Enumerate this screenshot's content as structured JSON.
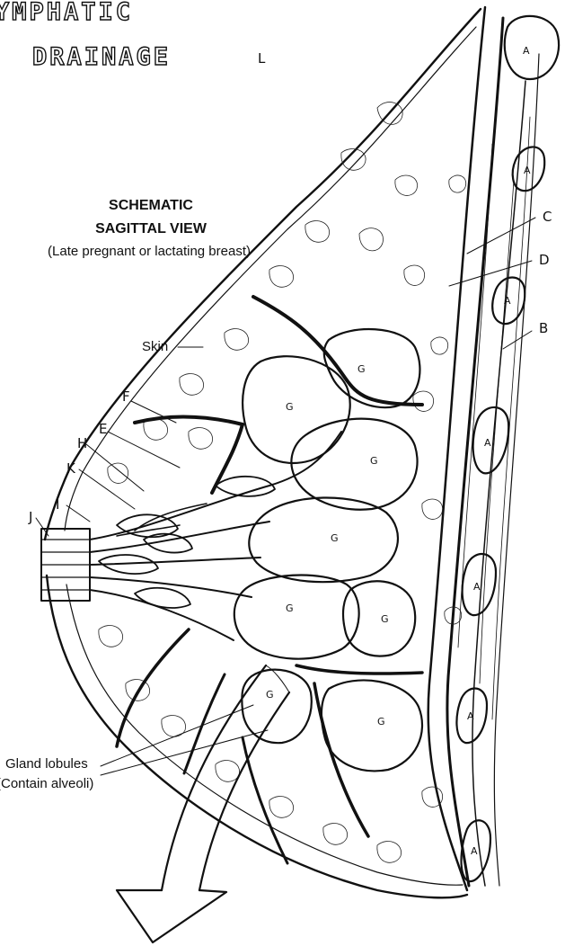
{
  "heading": {
    "line1": "YMPHATIC",
    "line2": "DRAINAGE",
    "suffix": "L"
  },
  "view_title": {
    "line1": "SCHEMATIC",
    "line2": "SAGITTAL VIEW",
    "subtitle": "(Late pregnant or lactating breast)"
  },
  "labels": {
    "skin": "Skin",
    "gland_lobules": "Gland lobules",
    "gland_lobules_note": "(Contain alveoli)",
    "c": "C",
    "d": "D",
    "b": "B",
    "f": "F",
    "e": "E",
    "h": "H",
    "k": "K",
    "i": "I",
    "j": "J",
    "a": "A",
    "g": "G"
  }
}
